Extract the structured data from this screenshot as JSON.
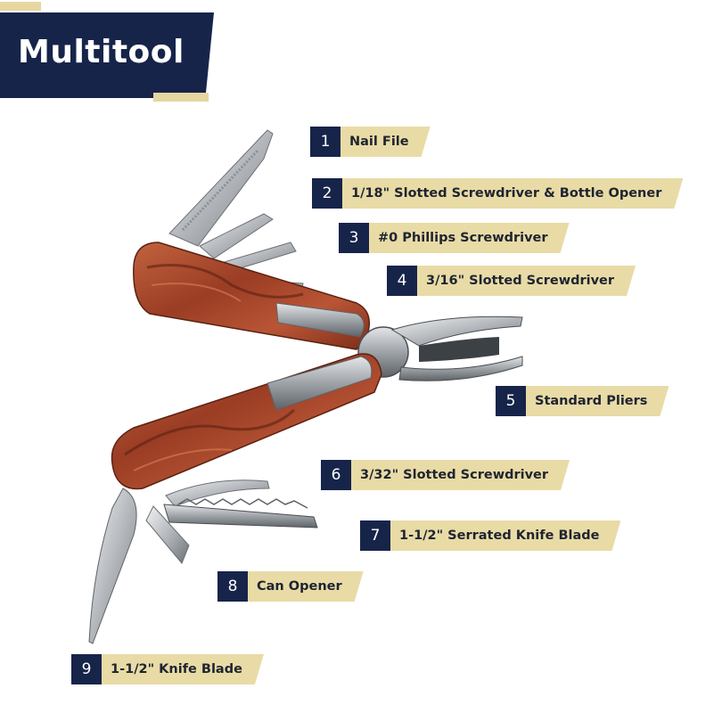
{
  "title": "Multitool",
  "colors": {
    "navy": "#17244a",
    "gold": "#e9dba6",
    "wood": "#a0472c"
  },
  "labels": [
    {
      "num": "1",
      "text": "Nail File"
    },
    {
      "num": "2",
      "text": "1/18\" Slotted Screwdriver & Bottle Opener"
    },
    {
      "num": "3",
      "text": "#0 Phillips Screwdriver"
    },
    {
      "num": "4",
      "text": "3/16\" Slotted Screwdriver"
    },
    {
      "num": "5",
      "text": "Standard Pliers"
    },
    {
      "num": "6",
      "text": "3/32\" Slotted Screwdriver"
    },
    {
      "num": "7",
      "text": "1-1/2\" Serrated Knife Blade"
    },
    {
      "num": "8",
      "text": "Can Opener"
    },
    {
      "num": "9",
      "text": "1-1/2\" Knife Blade"
    }
  ]
}
